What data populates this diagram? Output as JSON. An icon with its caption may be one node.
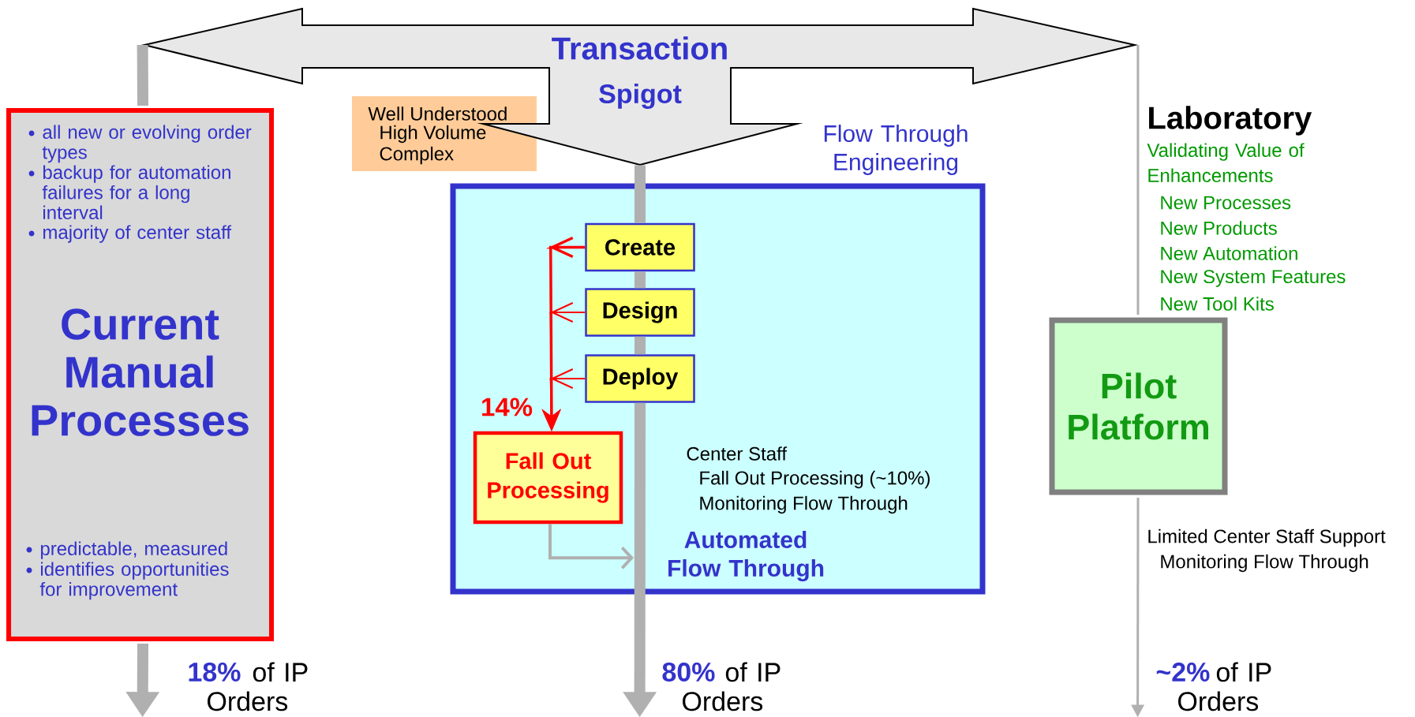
{
  "diagram": {
    "nodes": [
      {
        "text": [
          "Transaction",
          "Spigot"
        ]
      },
      {
        "text": [
          "Well Understood",
          "High Volume",
          "Complex"
        ]
      },
      {
        "text": [
          "all new or evolving order types",
          "backup for automation failures for a long interval",
          "majority of center staff",
          "Current Manual Processes",
          "predictable, measured",
          "identifies opportunities for improvement"
        ]
      },
      {
        "text": [
          "Flow Through Engineering",
          "Automated Flow Through"
        ]
      },
      {
        "text": [
          "Create"
        ],
        "in": 3
      },
      {
        "text": [
          "Design"
        ],
        "in": 3
      },
      {
        "text": [
          "Deploy"
        ],
        "in": 3
      },
      {
        "text": [
          "Fall Out Processing"
        ],
        "in": 3
      },
      {
        "text": [
          "Pilot Platform"
        ]
      },
      {
        "text": [
          "18%",
          "of IP Orders"
        ]
      },
      {
        "text": [
          "80%",
          "of IP Orders"
        ]
      },
      {
        "text": [
          "~2%",
          "of IP Orders"
        ]
      }
    ],
    "edges": [
      {
        "from": 0,
        "to": 2,
        "arrow": "none",
        "style": "thick"
      },
      {
        "from": 2,
        "to": 9,
        "arrow": "to",
        "style": "thick"
      },
      {
        "from": 0,
        "to": 4,
        "arrow": "none",
        "style": "thick"
      },
      {
        "from": 4,
        "to": 5,
        "arrow": "none",
        "style": "thick"
      },
      {
        "from": 5,
        "to": 6,
        "arrow": "none",
        "style": "thick"
      },
      {
        "from": 6,
        "to": 10,
        "arrow": "to",
        "style": "thick"
      },
      {
        "from": 4,
        "to": 7,
        "arrow": "to",
        "color": "#ff0000"
      },
      {
        "from": 5,
        "to": 7,
        "arrow": "to",
        "color": "#ff0000"
      },
      {
        "from": 6,
        "to": 7,
        "arrow": "to",
        "color": "#ff0000",
        "label": "14%"
      },
      {
        "from": 7,
        "to": null,
        "arrow": "to"
      },
      {
        "from": 0,
        "to": 8,
        "arrow": "none"
      },
      {
        "from": 8,
        "to": 11,
        "arrow": "to"
      }
    ],
    "labels": [
      "Laboratory",
      "Validating Value of Enhancements",
      "New Processes",
      "New Products",
      "New Automation",
      "New System Features",
      "New Tool Kits",
      "Center Staff",
      "Fall Out Processing (~10%)",
      "Monitoring Flow Through",
      "Limited Center Staff Support",
      "Monitoring Flow Through"
    ]
  }
}
